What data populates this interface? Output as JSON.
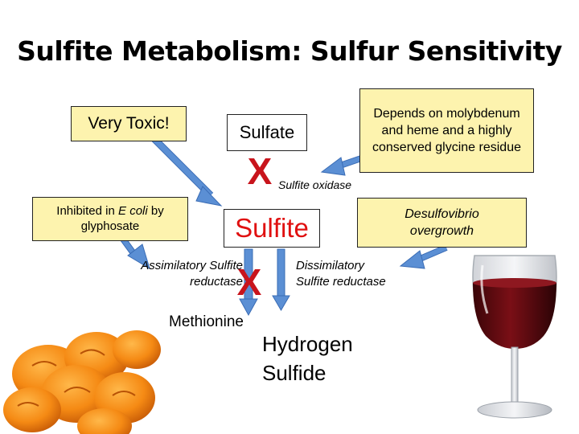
{
  "title": "Sulfite Metabolism: Sulfur Sensitivity",
  "nodes": {
    "very_toxic": "Very Toxic!",
    "sulfate": "Sulfate",
    "molybdenum_note": "Depends on molybdenum and heme and a highly conserved glycine residue",
    "glyphosate_prefix": "Inhibited in ",
    "glyphosate_organism": "E coli",
    "glyphosate_suffix": " by glyphosate",
    "sulfite": "Sulfite",
    "desulfovibrio": "Desulfovibrio overgrowth",
    "sulfite_oxidase": "Sulfite oxidase",
    "assimilatory": "Assimilatory Sulfite reductase",
    "dissimilatory": "Dissimilatory Sulfite reductase",
    "methionine": "Methionine",
    "hydrogen_sulfide_line1": "Hydrogen",
    "hydrogen_sulfide_line2": "Sulfide",
    "block_mark": "X"
  },
  "colors": {
    "note_box": "#fdf3ae",
    "arrow": "#5b8fd4",
    "arrow_stroke": "#3a6cb5",
    "sulfite_text": "#e01010",
    "block_x": "#c8141c"
  },
  "images": [
    "dried-apricots",
    "red-wine-glass"
  ]
}
